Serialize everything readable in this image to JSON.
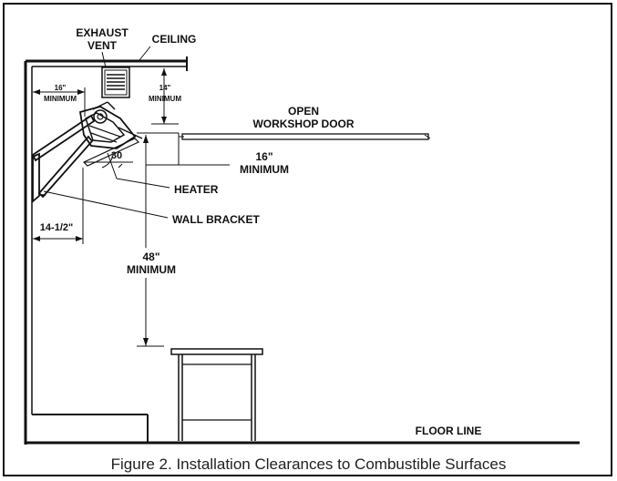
{
  "labels": {
    "exhaust_vent_1": "EXHAUST",
    "exhaust_vent_2": "VENT",
    "ceiling": "CEILING",
    "side_clear_1": "16\"",
    "side_clear_2": "MINIMUM",
    "top_clear_1": "14\"",
    "top_clear_2": "MINIMUM",
    "door_1": "OPEN",
    "door_2": "WORKSHOP DOOR",
    "front_clear_1": "16\"",
    "front_clear_2": "MINIMUM",
    "angle": "30",
    "heater": "HEATER",
    "wall_bracket": "WALL BRACKET",
    "wall_offset": "14-1/2\"",
    "floor_clear_1": "48\"",
    "floor_clear_2": "MINIMUM",
    "floor_line": "FLOOR LINE"
  },
  "caption": "Figure 2. Installation Clearances to Combustible Surfaces"
}
